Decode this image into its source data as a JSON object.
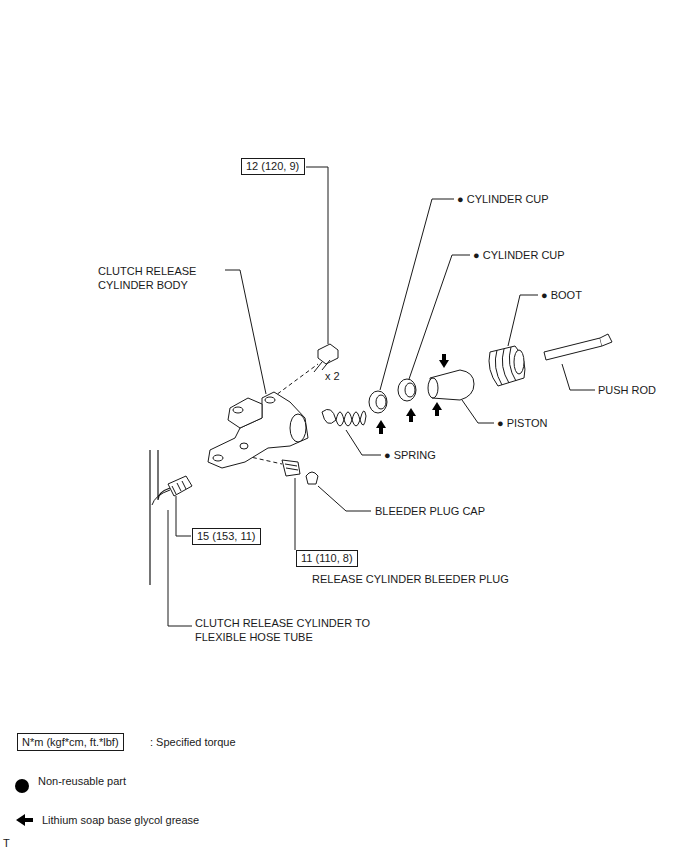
{
  "diagram": {
    "nodes": [
      {
        "text": [
          "12 (120, 9)"
        ]
      },
      {
        "text": [
          "15 (153, 11)"
        ]
      },
      {
        "text": [
          "11 (110, 8)"
        ]
      },
      {
        "text": [
          "N*m (kgf*cm, ft.*lbf)"
        ]
      }
    ],
    "edges": [],
    "labels": [
      "CLUTCH RELEASE CYLINDER BODY",
      "x 2",
      "● CYLINDER CUP",
      "● CYLINDER CUP",
      "● BOOT",
      "PUSH ROD",
      "● PISTON",
      "● SPRING",
      "BLEEDER PLUG CAP",
      "RELEASE CYLINDER BLEEDER PLUG",
      "CLUTCH RELEASE CYLINDER TO FLEXIBLE HOSE TUBE",
      "T"
    ],
    "legend": [
      {
        "text": ": Specified torque"
      },
      {
        "text": "Non-reusable part"
      },
      {
        "text": "Lithium soap base glycol grease"
      }
    ]
  }
}
